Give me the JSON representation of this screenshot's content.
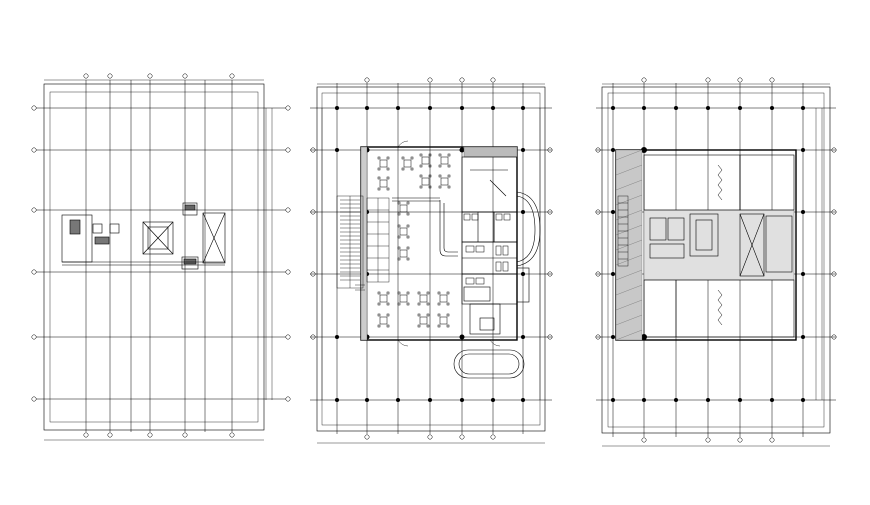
{
  "drawing": {
    "background": "#ffffff",
    "line_color": "#000000",
    "hatch_color": "#555555"
  },
  "sheets": [
    {
      "id": "plan-left",
      "room_labels": []
    },
    {
      "id": "plan-middle",
      "room_labels": []
    },
    {
      "id": "plan-right",
      "room_labels": []
    }
  ]
}
